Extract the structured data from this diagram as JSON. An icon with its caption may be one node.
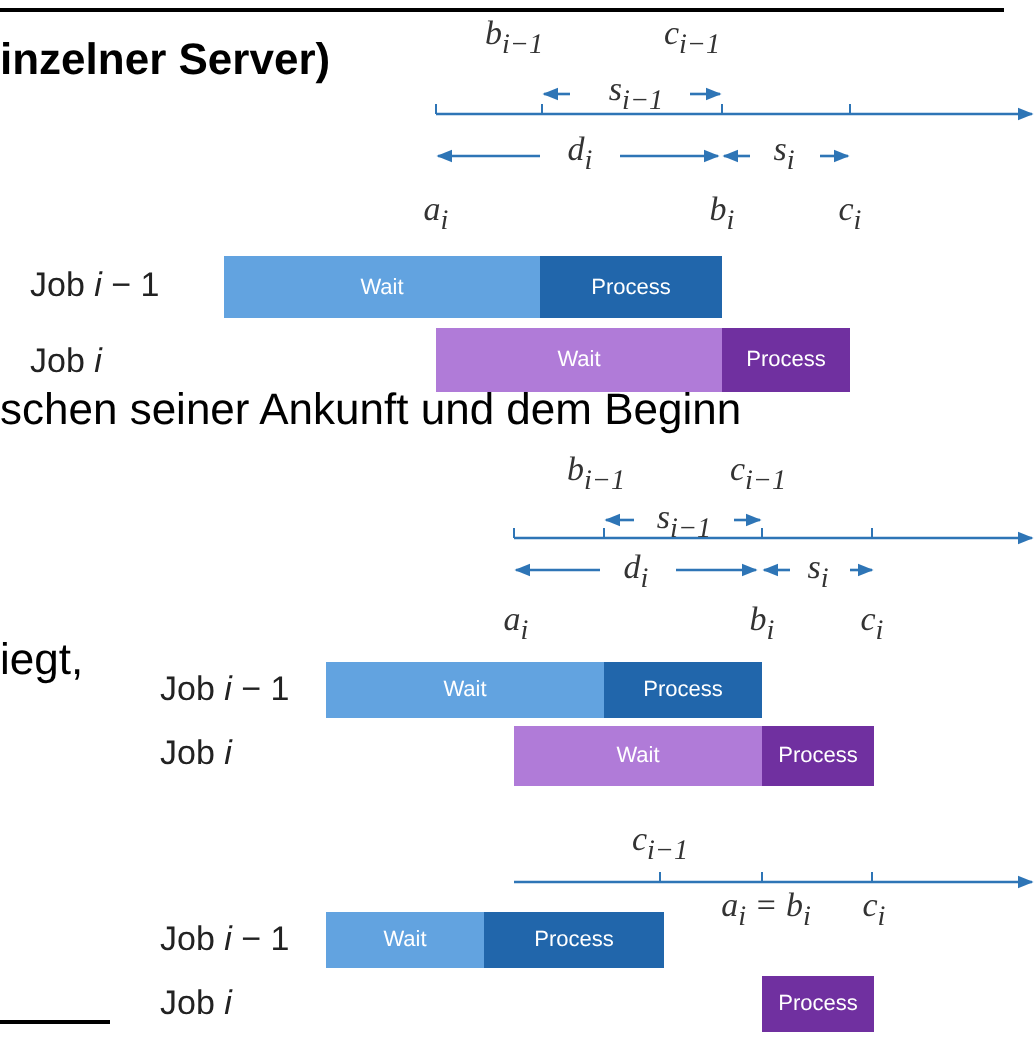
{
  "diagram": {
    "nodes": [
      {
        "text": [
          "Wait"
        ]
      },
      {
        "text": [
          "Process"
        ]
      },
      {
        "text": [
          "Wait"
        ]
      },
      {
        "text": [
          "Process"
        ]
      },
      {
        "text": [
          "Wait"
        ]
      },
      {
        "text": [
          "Process"
        ]
      },
      {
        "text": [
          "Wait"
        ]
      },
      {
        "text": [
          "Process"
        ]
      },
      {
        "text": [
          "Wait"
        ]
      },
      {
        "text": [
          "Process"
        ]
      },
      {
        "text": [
          "Process"
        ]
      }
    ],
    "edges": [],
    "labels": [
      "inzelner Server)",
      "b$_{i−1}$",
      "c$_{i−1}$",
      "s$_{i−1}$",
      "d$_{i}$",
      "s$_{i}$",
      "a$_{i}$",
      "b$_{i}$",
      "c$_{i}$",
      "Job *i* − 1",
      "Job *i*",
      "schen seiner Ankunft und dem Beginn",
      "b$_{i−1}$",
      "c$_{i−1}$",
      "s$_{i−1}$",
      "d$_{i}$",
      "s$_{i}$",
      "a$_{i}$",
      "iegt,",
      "b$_{i}$",
      "c$_{i}$",
      "Job *i* − 1",
      "Job *i*",
      "c$_{i−1}$",
      "a$_{i}$ = b$_{i}$",
      "c$_{i}$",
      "Job *i* − 1",
      "Job *i*"
    ]
  }
}
